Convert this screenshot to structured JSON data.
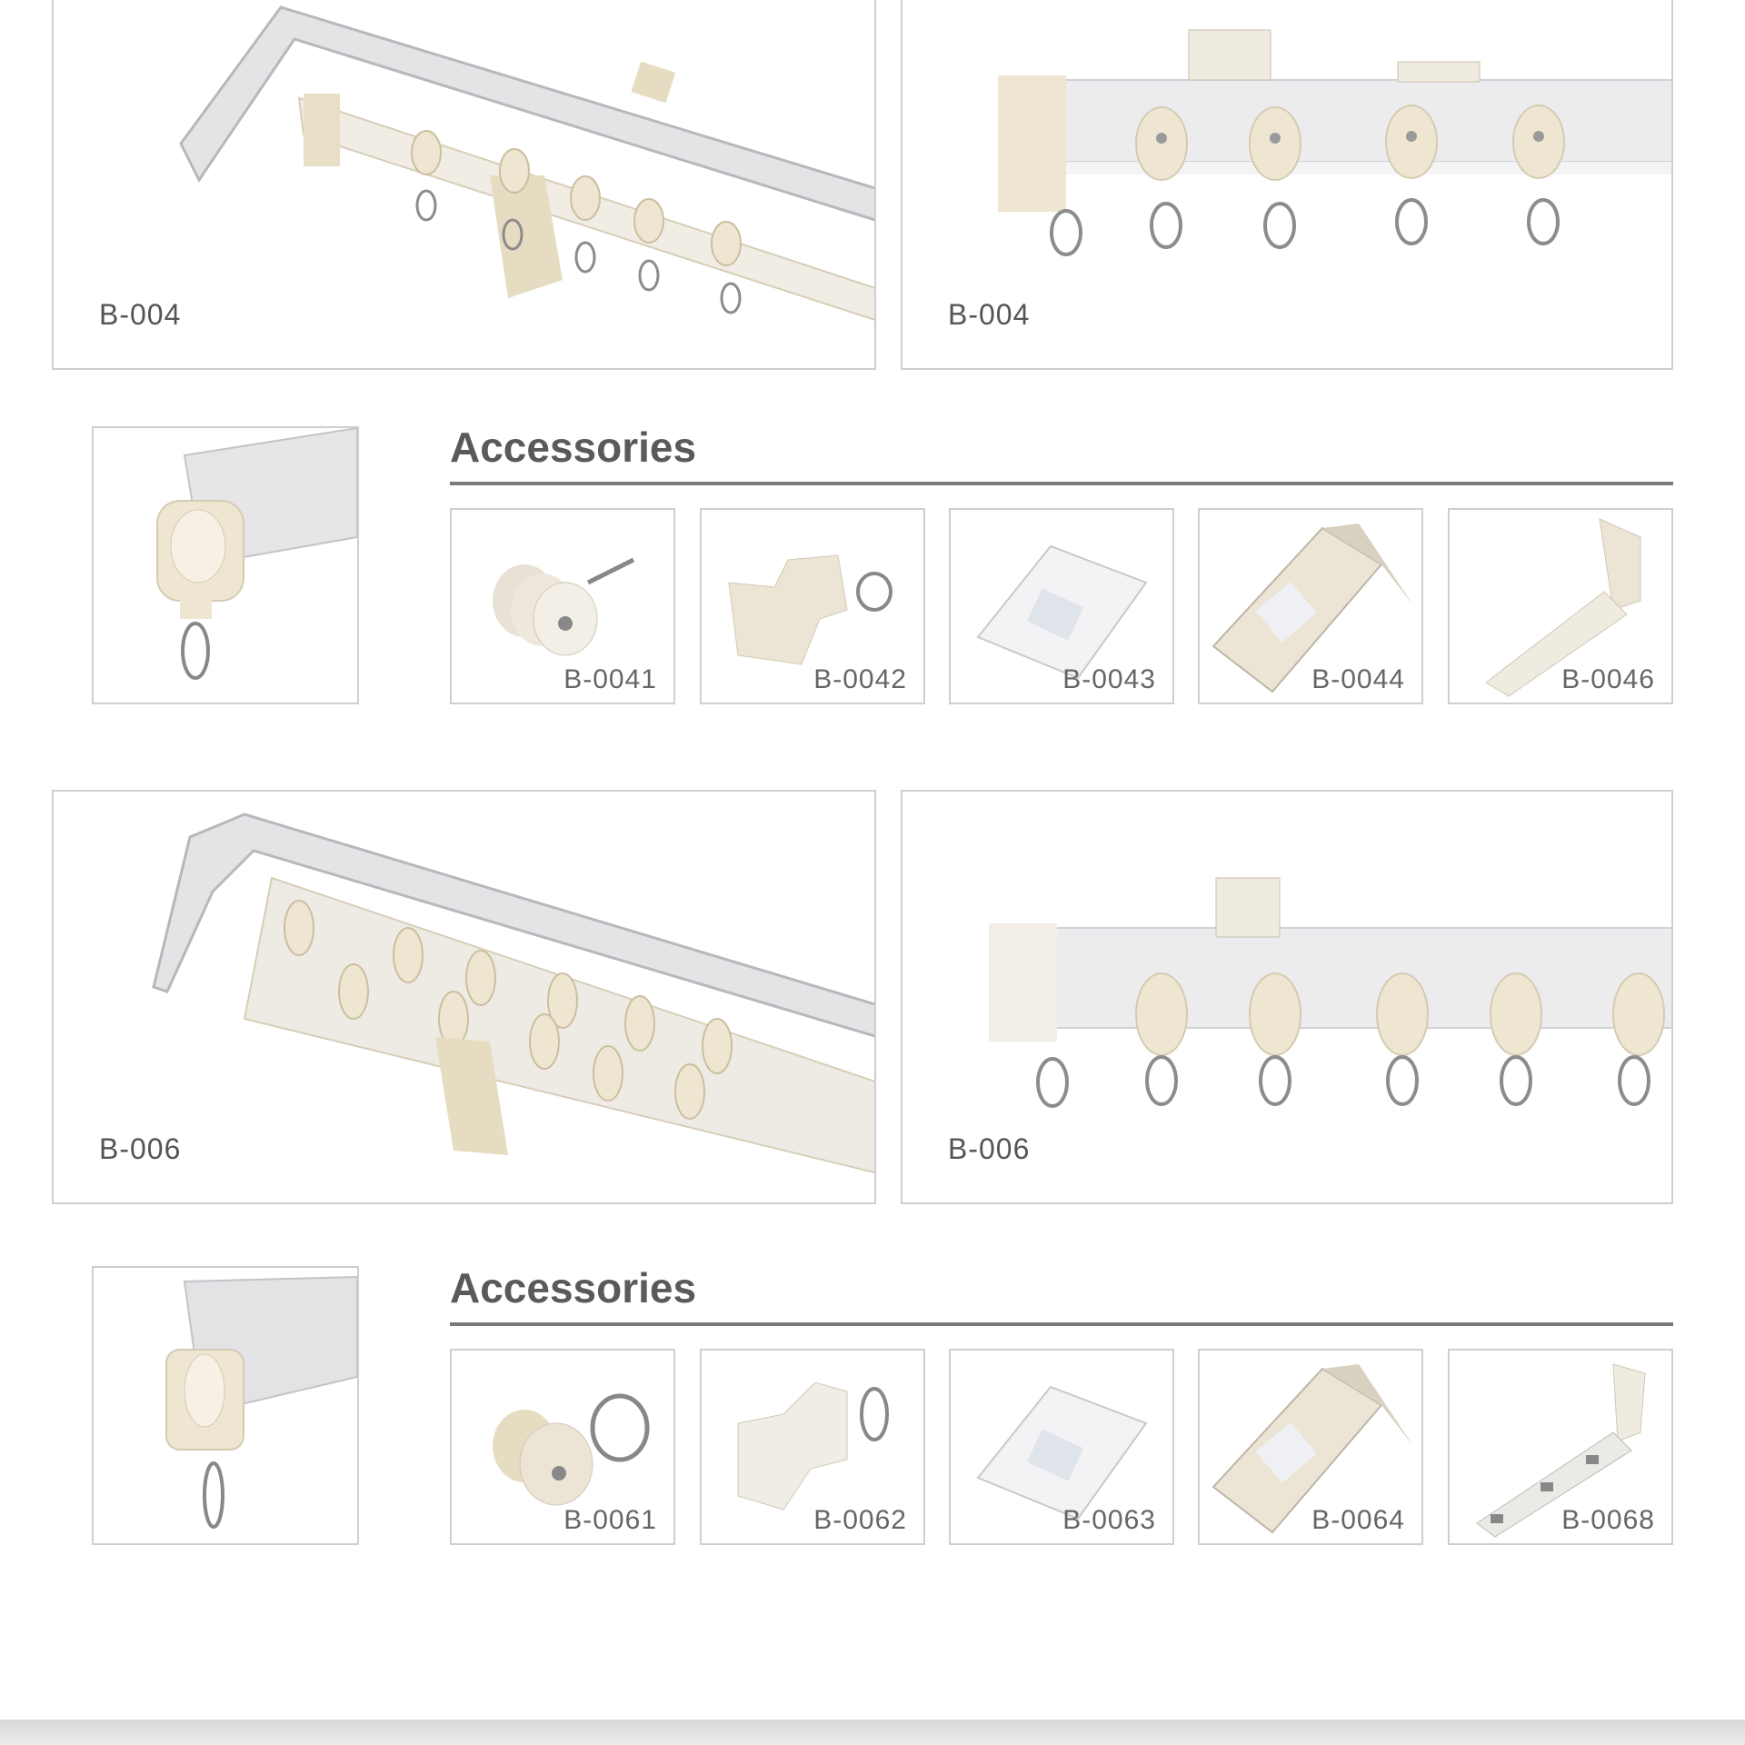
{
  "sections": [
    {
      "products": [
        {
          "label": "B-004",
          "view": "curved track with brackets and gliders"
        },
        {
          "label": "B-004",
          "view": "straight track with gliders"
        }
      ],
      "accessories_heading": "Accessories",
      "accessories": [
        {
          "label": "B-0041"
        },
        {
          "label": "B-0042"
        },
        {
          "label": "B-0043"
        },
        {
          "label": "B-0044"
        },
        {
          "label": "B-0046"
        }
      ]
    },
    {
      "products": [
        {
          "label": "B-006",
          "view": "curved double track with gliders"
        },
        {
          "label": "B-006",
          "view": "straight track with gliders"
        }
      ],
      "accessories_heading": "Accessories",
      "accessories": [
        {
          "label": "B-0061"
        },
        {
          "label": "B-0062"
        },
        {
          "label": "B-0063"
        },
        {
          "label": "B-0064"
        },
        {
          "label": "B-0068"
        }
      ]
    }
  ],
  "colors": {
    "border": "#cfcfcf",
    "track_silver": "#d9d9dc",
    "glider_cream": "#efe6d2",
    "text": "#555555"
  }
}
